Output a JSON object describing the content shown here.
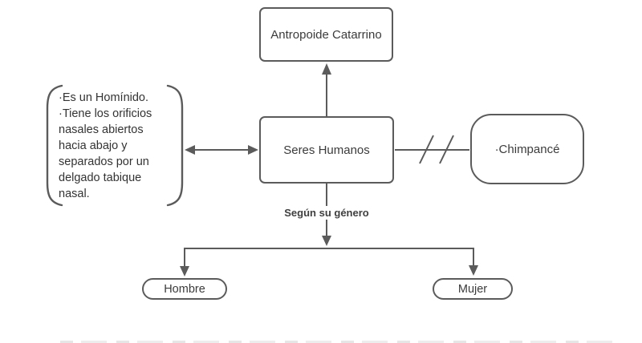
{
  "colors": {
    "stroke": "#5b5b5b",
    "text": "#3b3b3b"
  },
  "nodes": {
    "antropoide": {
      "label": "Antropoide Catarrino"
    },
    "seres_humanos": {
      "label": "Seres Humanos"
    },
    "chimpance": {
      "label": "·Chimpancé"
    },
    "hombre": {
      "label": "Hombre"
    },
    "mujer": {
      "label": "Mujer"
    },
    "nota": {
      "text": "·Es un Homínido.\n·Tiene los orificios\nnasales abiertos\nhacia abajo y\nseparados por un\ndelgado tabique\nnasal."
    }
  },
  "edges": {
    "genero_label": "Según su género"
  }
}
